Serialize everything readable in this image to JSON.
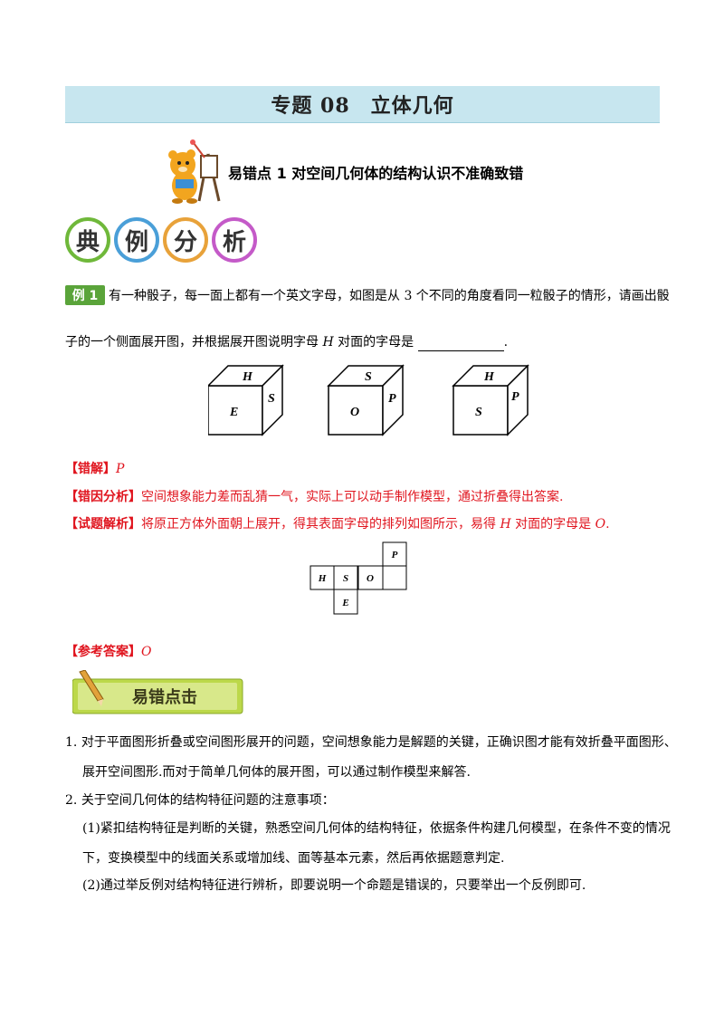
{
  "topic": {
    "title": "专题 08　立体几何"
  },
  "mistake": {
    "title": "易错点 1  对空间几何体的结构认识不准确致错"
  },
  "analysis_banner": {
    "chars": [
      "典",
      "例",
      "分",
      "析"
    ]
  },
  "example": {
    "badge": "例 1",
    "line1": "有一种骰子，每一面上都有一个英文字母，如图是从 3 个不同的角度看同一粒骰子的情形，请画出骰",
    "line2_pre": "子的一个侧面展开图，并根据展开图说明字母 ",
    "line2_var": "H",
    "line2_post": " 对面的字母是 ",
    "line2_end": "."
  },
  "cubes": [
    {
      "top": "H",
      "front": "E",
      "side": "S"
    },
    {
      "top": "S",
      "front": "O",
      "side": "P"
    },
    {
      "top": "H",
      "front": "S",
      "side": "P"
    }
  ],
  "wrong_solution": {
    "label": "【错解】",
    "value": "P"
  },
  "cause": {
    "label": "【错因分析】",
    "text": "空间想象能力差而乱猜一气，实际上可以动手制作模型，通过折叠得出答案."
  },
  "solution": {
    "label": "【试题解析】",
    "text_pre": "将原正方体外面朝上展开，得其表面字母的排列如图所示，易得 ",
    "var": "H",
    "text_mid": " 对面的字母是 ",
    "answer_var": "O",
    "text_end": "."
  },
  "net": {
    "cells": [
      "P",
      "H",
      "S",
      "O",
      "",
      "E"
    ]
  },
  "reference": {
    "label": "【参考答案】",
    "value": "O"
  },
  "tips": {
    "title": "易错点击"
  },
  "points": [
    {
      "num": "1.",
      "line1": "对于平面图形折叠或空间图形展开的问题，空间想象能力是解题的关键，正确识图才能有效折叠平面图形、",
      "line2": "展开空间图形.而对于简单几何体的展开图，可以通过制作模型来解答."
    },
    {
      "num": "2.",
      "line1": "关于空间几何体的结构特征问题的注意事项："
    }
  ],
  "subpoints": [
    {
      "line1": "(1)紧扣结构特征是判断的关键，熟悉空间几何体的结构特征，依据条件构建几何模型，在条件不变的情况",
      "line2": "下，变换模型中的线面关系或增加线、面等基本元素，然后再依据题意判定."
    },
    {
      "line1": "(2)通过举反例对结构特征进行辨析，即要说明一个命题是错误的，只要举出一个反例即可."
    }
  ]
}
